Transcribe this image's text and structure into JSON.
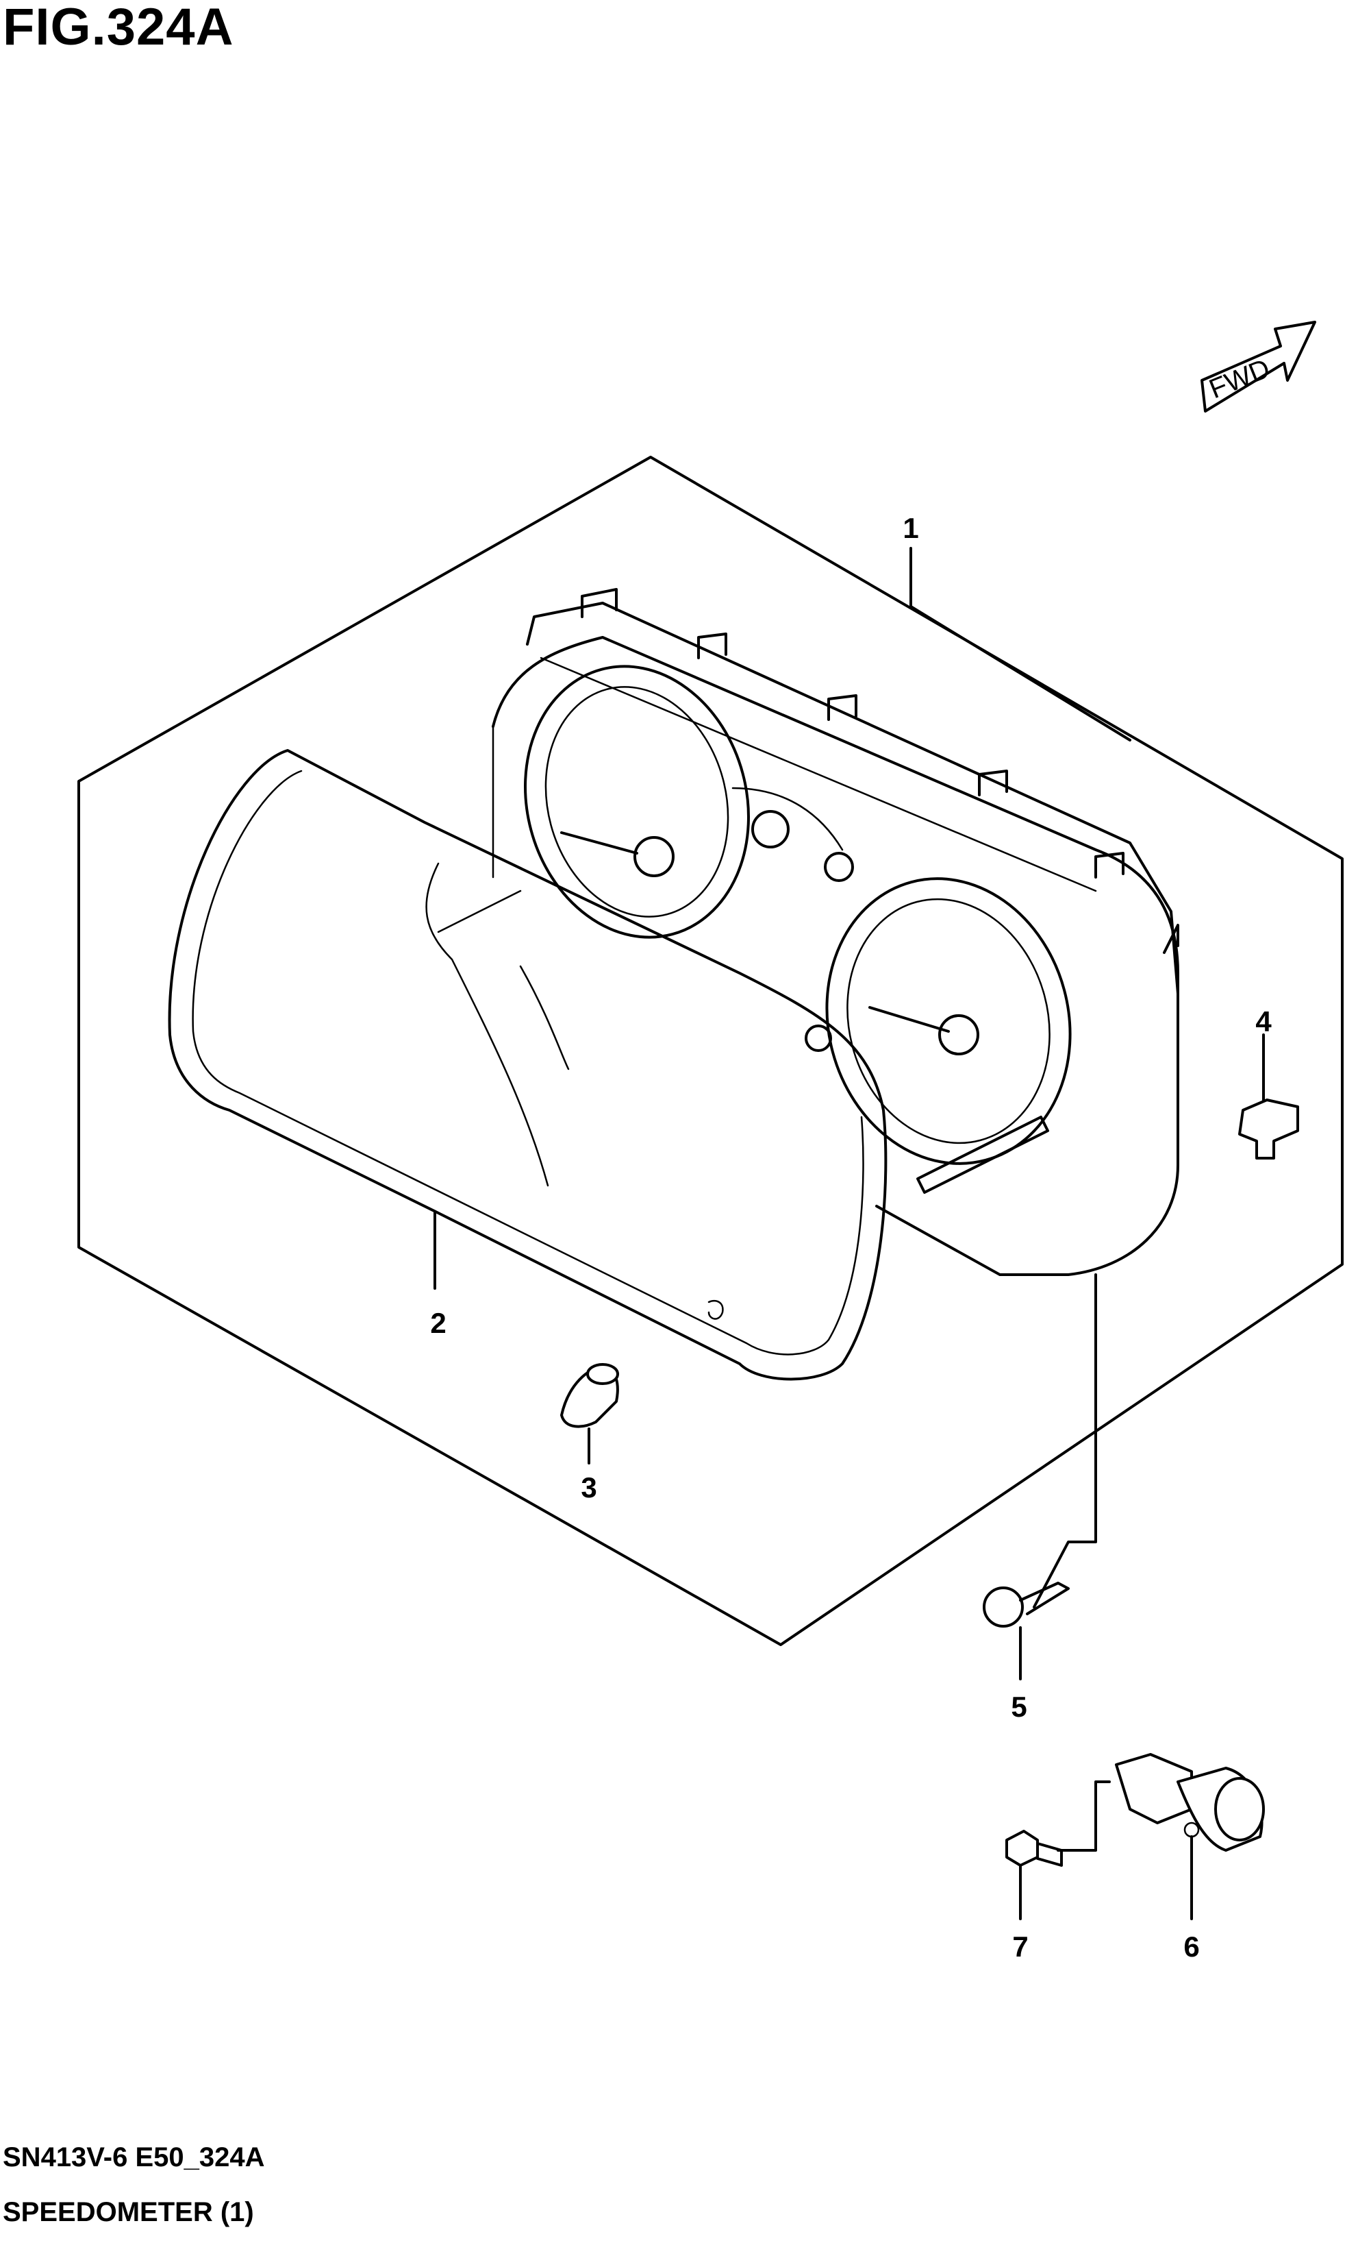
{
  "figure": {
    "title": "FIG.324A",
    "code": "SN413V-6 E50_324A",
    "name": "SPEEDOMETER (1)",
    "direction_tag": "FWD"
  },
  "callouts": [
    {
      "id": "1",
      "label": "1"
    },
    {
      "id": "2",
      "label": "2"
    },
    {
      "id": "3",
      "label": "3"
    },
    {
      "id": "4",
      "label": "4"
    },
    {
      "id": "5",
      "label": "5"
    },
    {
      "id": "6",
      "label": "6"
    },
    {
      "id": "7",
      "label": "7"
    }
  ],
  "colors": {
    "line": "#000000",
    "background": "#ffffff"
  }
}
